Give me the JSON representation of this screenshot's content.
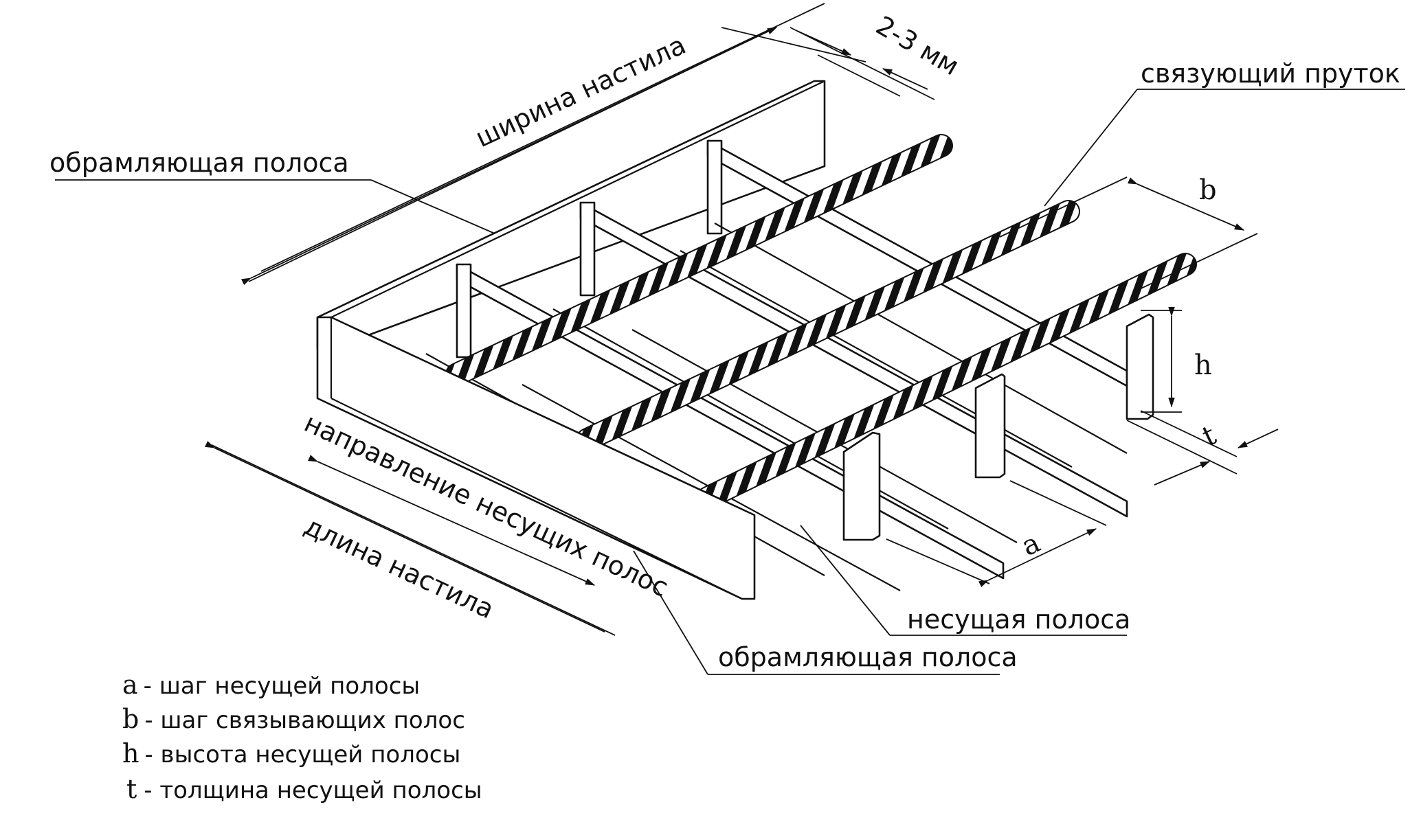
{
  "labels": {
    "deck_width": "ширина настила",
    "gap": "2-3 мм",
    "framing_strip_top": "обрамляющая полоса",
    "connecting_rod": "связующий пруток",
    "b": "b",
    "h": "h",
    "t": "t",
    "a": "a",
    "bearing_direction": "направление несущих полос",
    "deck_length": "длина настила",
    "bearing_strip": "несущая полоса",
    "framing_strip_bottom": "обрамляющая полоса"
  },
  "legend": [
    {
      "symbol": "a",
      "text": "- шаг несущей полосы"
    },
    {
      "symbol": "b",
      "text": "- шаг связывающих полос"
    },
    {
      "symbol": "h",
      "text": "- высота несущей полосы"
    },
    {
      "symbol": "t",
      "text": "- толщина несущей полосы"
    }
  ]
}
